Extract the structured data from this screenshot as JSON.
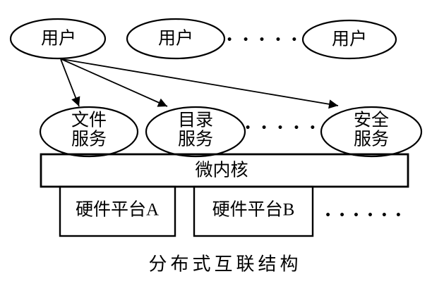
{
  "figure": {
    "caption": "分布式互联结构",
    "users": [
      {
        "label": "用户"
      },
      {
        "label": "用户"
      },
      {
        "label": "用户"
      }
    ],
    "services": [
      {
        "line1": "文件",
        "line2": "服务"
      },
      {
        "line1": "目录",
        "line2": "服务"
      },
      {
        "line1": "安全",
        "line2": "服务"
      }
    ],
    "kernel_label": "微内核",
    "platforms": [
      {
        "label": "硬件平台A"
      },
      {
        "label": "硬件平台B"
      }
    ],
    "ellipsis_users": "•••••",
    "ellipsis_services": "•••••",
    "ellipsis_platforms": "••••••",
    "colors": {
      "stroke": "#000000",
      "text": "#000000",
      "background": "#ffffff"
    }
  }
}
